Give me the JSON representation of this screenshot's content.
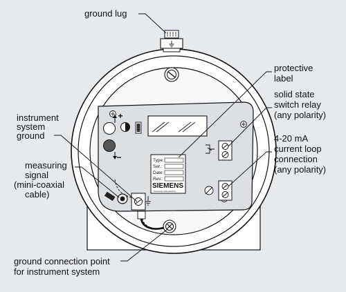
{
  "labels": {
    "ground_lug": "ground lug",
    "protective_label": [
      "protective",
      "label"
    ],
    "solid_state_relay": [
      "solid state",
      "switch relay",
      "(any polarity)"
    ],
    "instrument_ground": [
      "instrument",
      "system",
      "ground"
    ],
    "current_loop": [
      "4-20 mA",
      "current loop",
      "connection",
      "(any polarity)"
    ],
    "measuring_signal": [
      "measuring",
      "signal",
      "(mini-coaxial",
      "cable)"
    ],
    "ground_connection_point": [
      "ground connection point",
      "for instrument system"
    ]
  },
  "plate_label": {
    "fields": [
      "Type:",
      "Ser.:",
      "Date:",
      "Rev.:"
    ],
    "fine_print": "Tampering voids warranty",
    "brand": "SIEMENS"
  },
  "symbols": {
    "plus": "+",
    "minus": "−"
  },
  "colors": {
    "background": "#e6e9ee",
    "housing": "#ffffff",
    "plate": "#dcdfe4",
    "line": "#111111"
  }
}
